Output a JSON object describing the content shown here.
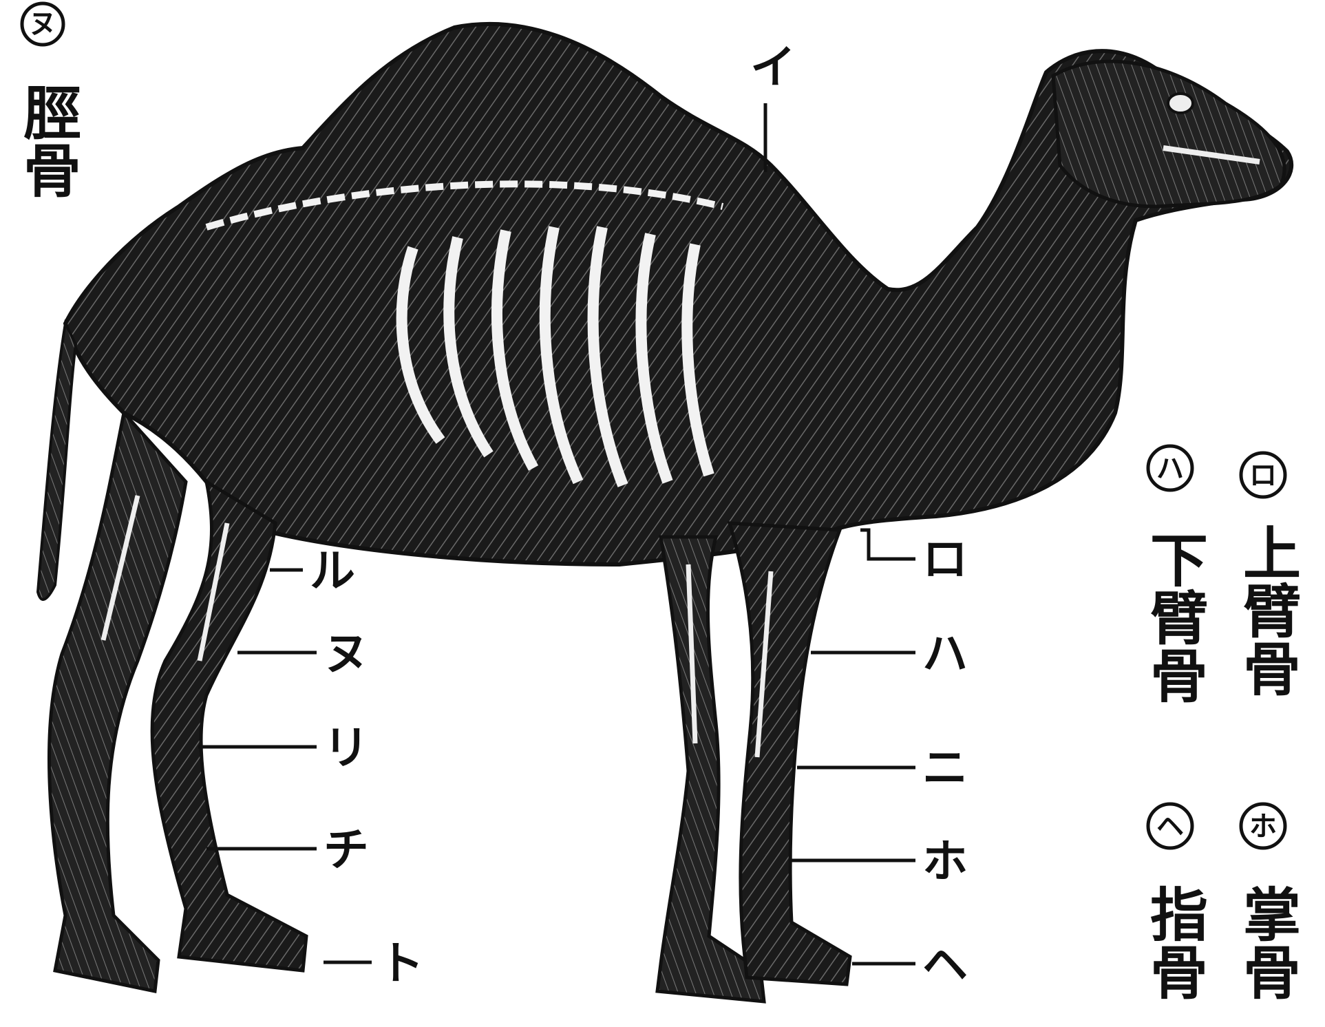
{
  "colors": {
    "ink": "#111111",
    "paper": "#ffffff",
    "hatch": "#2a2a2a",
    "bone": "#f4f4f4"
  },
  "figure": {
    "subject": "camel-skeleton-figure",
    "labels": [
      {
        "id": "i",
        "text": "イ"
      },
      {
        "id": "ro",
        "text": "ロ"
      },
      {
        "id": "ha",
        "text": "ハ"
      },
      {
        "id": "ni",
        "text": "ニ"
      },
      {
        "id": "ho",
        "text": "ホ"
      },
      {
        "id": "he",
        "text": "ヘ"
      },
      {
        "id": "to",
        "text": "ト"
      },
      {
        "id": "chi",
        "text": "チ"
      },
      {
        "id": "ri",
        "text": "リ"
      },
      {
        "id": "nu",
        "text": "ヌ"
      },
      {
        "id": "ru",
        "text": "ル"
      }
    ]
  },
  "left_caption": {
    "marker": "ヌ",
    "text": "脛骨"
  },
  "right_legend": {
    "columns": [
      {
        "marker": "ロ",
        "text": "上臂骨"
      },
      {
        "marker": "ハ",
        "text": "下臂骨"
      },
      {
        "marker": "ホ",
        "text": "掌骨"
      },
      {
        "marker": "ヘ",
        "text": "指骨"
      }
    ]
  }
}
